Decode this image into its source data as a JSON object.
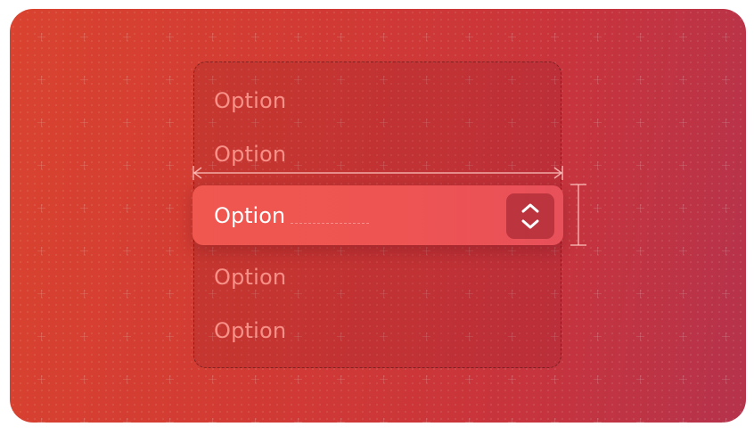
{
  "options": [
    {
      "label": "Option"
    },
    {
      "label": "Option"
    },
    {
      "label": "Option"
    },
    {
      "label": "Option"
    },
    {
      "label": "Option"
    }
  ],
  "selected_index": 2,
  "icons": {
    "stepper": "up-down-chevrons-icon",
    "width_measure": "width-measure-arrow-icon",
    "height_measure": "height-measure-bracket-icon"
  },
  "colors": {
    "background_start": "#d9432f",
    "background_end": "#b5334c",
    "selected_row": "#ee5452",
    "inactive_text": "#ffa096",
    "active_text": "#ffffff"
  }
}
